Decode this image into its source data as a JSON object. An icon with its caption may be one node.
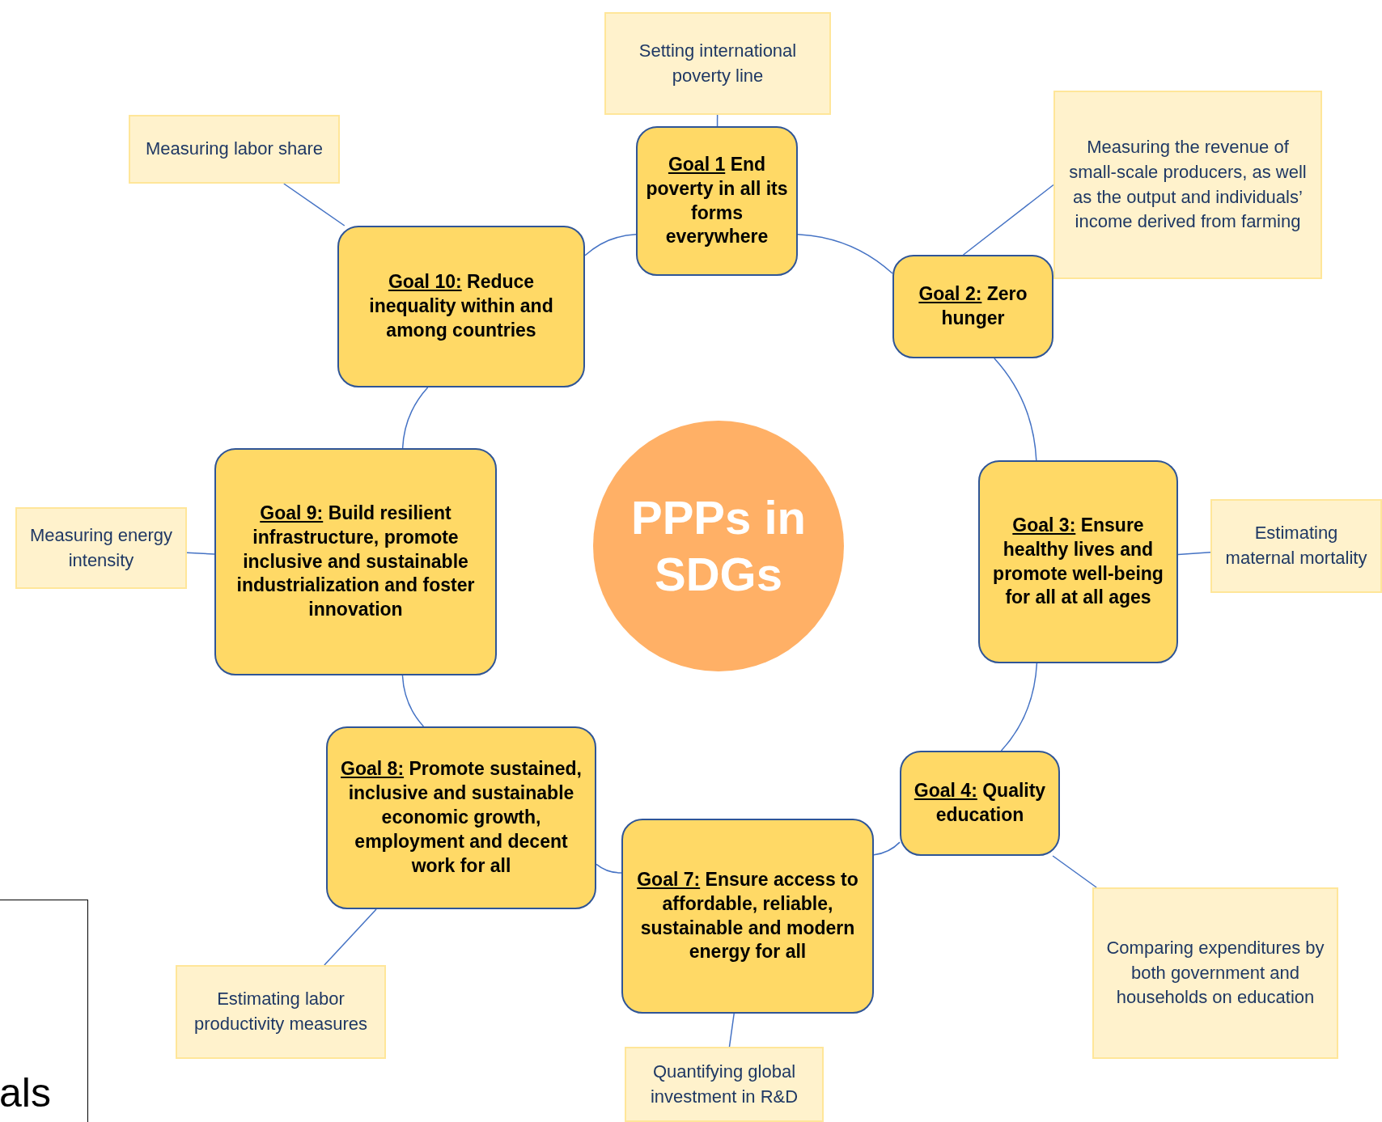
{
  "diagram": {
    "nodes": [
      {
        "text": [
          "PPPs in SDGs"
        ]
      },
      {
        "text": [
          "Goal 1",
          "End poverty in all its forms everywhere"
        ]
      },
      {
        "text": [
          "Goal 2:",
          "Zero hunger"
        ]
      },
      {
        "text": [
          "Goal 3:",
          "Ensure healthy lives and promote well-being for all at all ages"
        ]
      },
      {
        "text": [
          "Goal 4:",
          "Quality education"
        ]
      },
      {
        "text": [
          "Goal 7:",
          "Ensure access to affordable, reliable, sustainable and modern energy for all"
        ]
      },
      {
        "text": [
          "Goal 8:",
          "Promote sustained, inclusive and sustainable economic growth, employment and decent work for all"
        ]
      },
      {
        "text": [
          "Goal 9:",
          "Build resilient infrastructure, promote inclusive and sustainable industrialization and foster innovation"
        ]
      },
      {
        "text": [
          "Goal 10:",
          "Reduce inequality within and among countries"
        ]
      },
      {
        "text": [
          "Setting international poverty line"
        ]
      },
      {
        "text": [
          "Measuring the revenue of small-scale producers, as well as the output and individuals’ income derived from farming"
        ]
      },
      {
        "text": [
          "Estimating maternal mortality"
        ]
      },
      {
        "text": [
          "Comparing expenditures by both government and households on education"
        ]
      },
      {
        "text": [
          "Quantifying global investment in R&D"
        ]
      },
      {
        "text": [
          "Estimating labor productivity measures"
        ]
      },
      {
        "text": [
          "Measuring energy intensity"
        ]
      },
      {
        "text": [
          "Measuring labor share"
        ]
      }
    ],
    "edges": [
      {
        "from": 1,
        "to": 2,
        "arrow": "none"
      },
      {
        "from": 2,
        "to": 3,
        "arrow": "none"
      },
      {
        "from": 3,
        "to": 4,
        "arrow": "none"
      },
      {
        "from": 4,
        "to": 5,
        "arrow": "none"
      },
      {
        "from": 5,
        "to": 6,
        "arrow": "none"
      },
      {
        "from": 6,
        "to": 7,
        "arrow": "none"
      },
      {
        "from": 7,
        "to": 8,
        "arrow": "none"
      },
      {
        "from": 8,
        "to": 1,
        "arrow": "none"
      },
      {
        "from": 9,
        "to": 1,
        "arrow": "none"
      },
      {
        "from": 10,
        "to": 2,
        "arrow": "none"
      },
      {
        "from": 11,
        "to": 3,
        "arrow": "none"
      },
      {
        "from": 12,
        "to": 4,
        "arrow": "none"
      },
      {
        "from": 13,
        "to": 5,
        "arrow": "none"
      },
      {
        "from": 14,
        "to": 6,
        "arrow": "none"
      },
      {
        "from": 15,
        "to": 7,
        "arrow": "none"
      },
      {
        "from": 16,
        "to": 8,
        "arrow": "none"
      }
    ],
    "labels": [
      "als"
    ]
  }
}
